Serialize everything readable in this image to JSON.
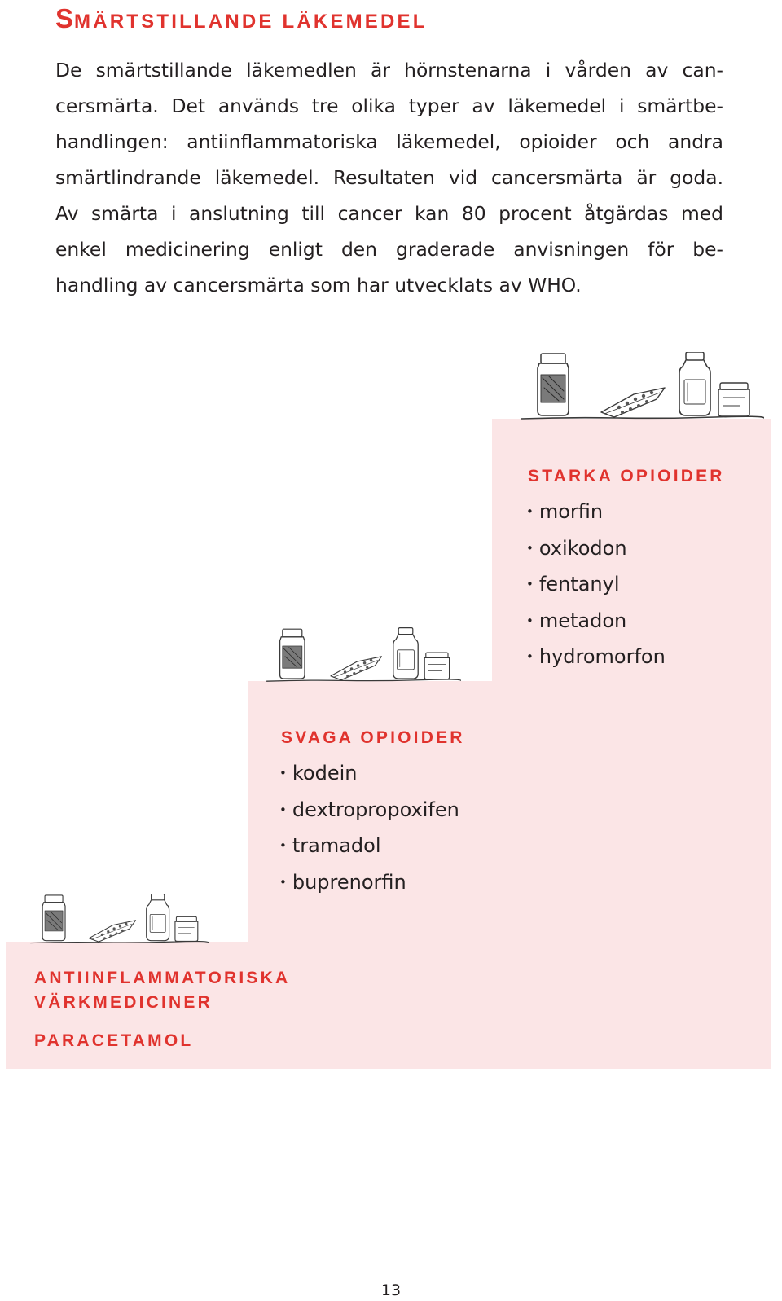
{
  "heading": {
    "first_letter": "S",
    "rest": "MÄRTSTILLANDE LÄKEMEDEL"
  },
  "intro_lines": [
    "De smärtstillande läkemedlen är hörnstenarna i vården av can-",
    "cersmärta. Det används tre olika typer av läkemedel i smärtbe-",
    "handlingen: antiinflammatoriska läkemedel, opioider och andra",
    "smärtlindrande läkemedel. Resultaten vid cancersmärta är goda.",
    "Av smärta i anslutning till cancer kan 80 procent åtgärdas med",
    "enkel medicinering enligt den graderade anvisningen för be-",
    "handling av cancersmärta som har utvecklats av WHO."
  ],
  "steps": {
    "top": {
      "title": "STARKA OPIOIDER",
      "items": [
        "morfin",
        "oxikodon",
        "fentanyl",
        "metadon",
        "hydromorfon"
      ]
    },
    "middle": {
      "title": "SVAGA OPIOIDER",
      "items": [
        "kodein",
        "dextropropoxifen",
        "tramadol",
        "buprenorfin"
      ]
    },
    "bottom": {
      "title_line1": "ANTIINFLAMMATORISKA",
      "title_line2": "VÄRKMEDICINER",
      "subtitle": "PARACETAMOL"
    }
  },
  "page_number": "13",
  "colors": {
    "accent": "#e0332e",
    "step_fill": "#fbe5e6",
    "text": "#231f20"
  },
  "icons": [
    "medicine-jar-icon",
    "blister-pack-icon",
    "pill-bottle-icon",
    "small-jar-icon"
  ]
}
